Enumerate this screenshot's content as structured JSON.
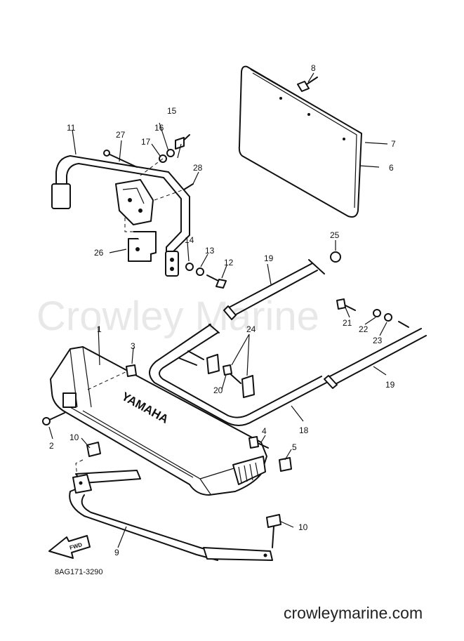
{
  "watermark": "Crowley Marine",
  "footer_url": "crowleymarine.com",
  "diagram_code": "8AG171-3290",
  "bumper_brand": "YAMAHA",
  "fwd_label": "FWD",
  "callouts": {
    "c1": "1",
    "c2": "2",
    "c3": "3",
    "c4": "4",
    "c5": "5",
    "c6": "6",
    "c7": "7",
    "c8": "8",
    "c9": "9",
    "c10a": "10",
    "c10b": "10",
    "c11": "11",
    "c12": "12",
    "c13": "13",
    "c14": "14",
    "c15": "15",
    "c16": "16",
    "c17": "17",
    "c19a": "19",
    "c19b": "19",
    "c18": "18",
    "c20": "20",
    "c21": "21",
    "c22": "22",
    "c23": "23",
    "c24": "24",
    "c25": "25",
    "c26": "26",
    "c27": "27",
    "c28": "28"
  }
}
